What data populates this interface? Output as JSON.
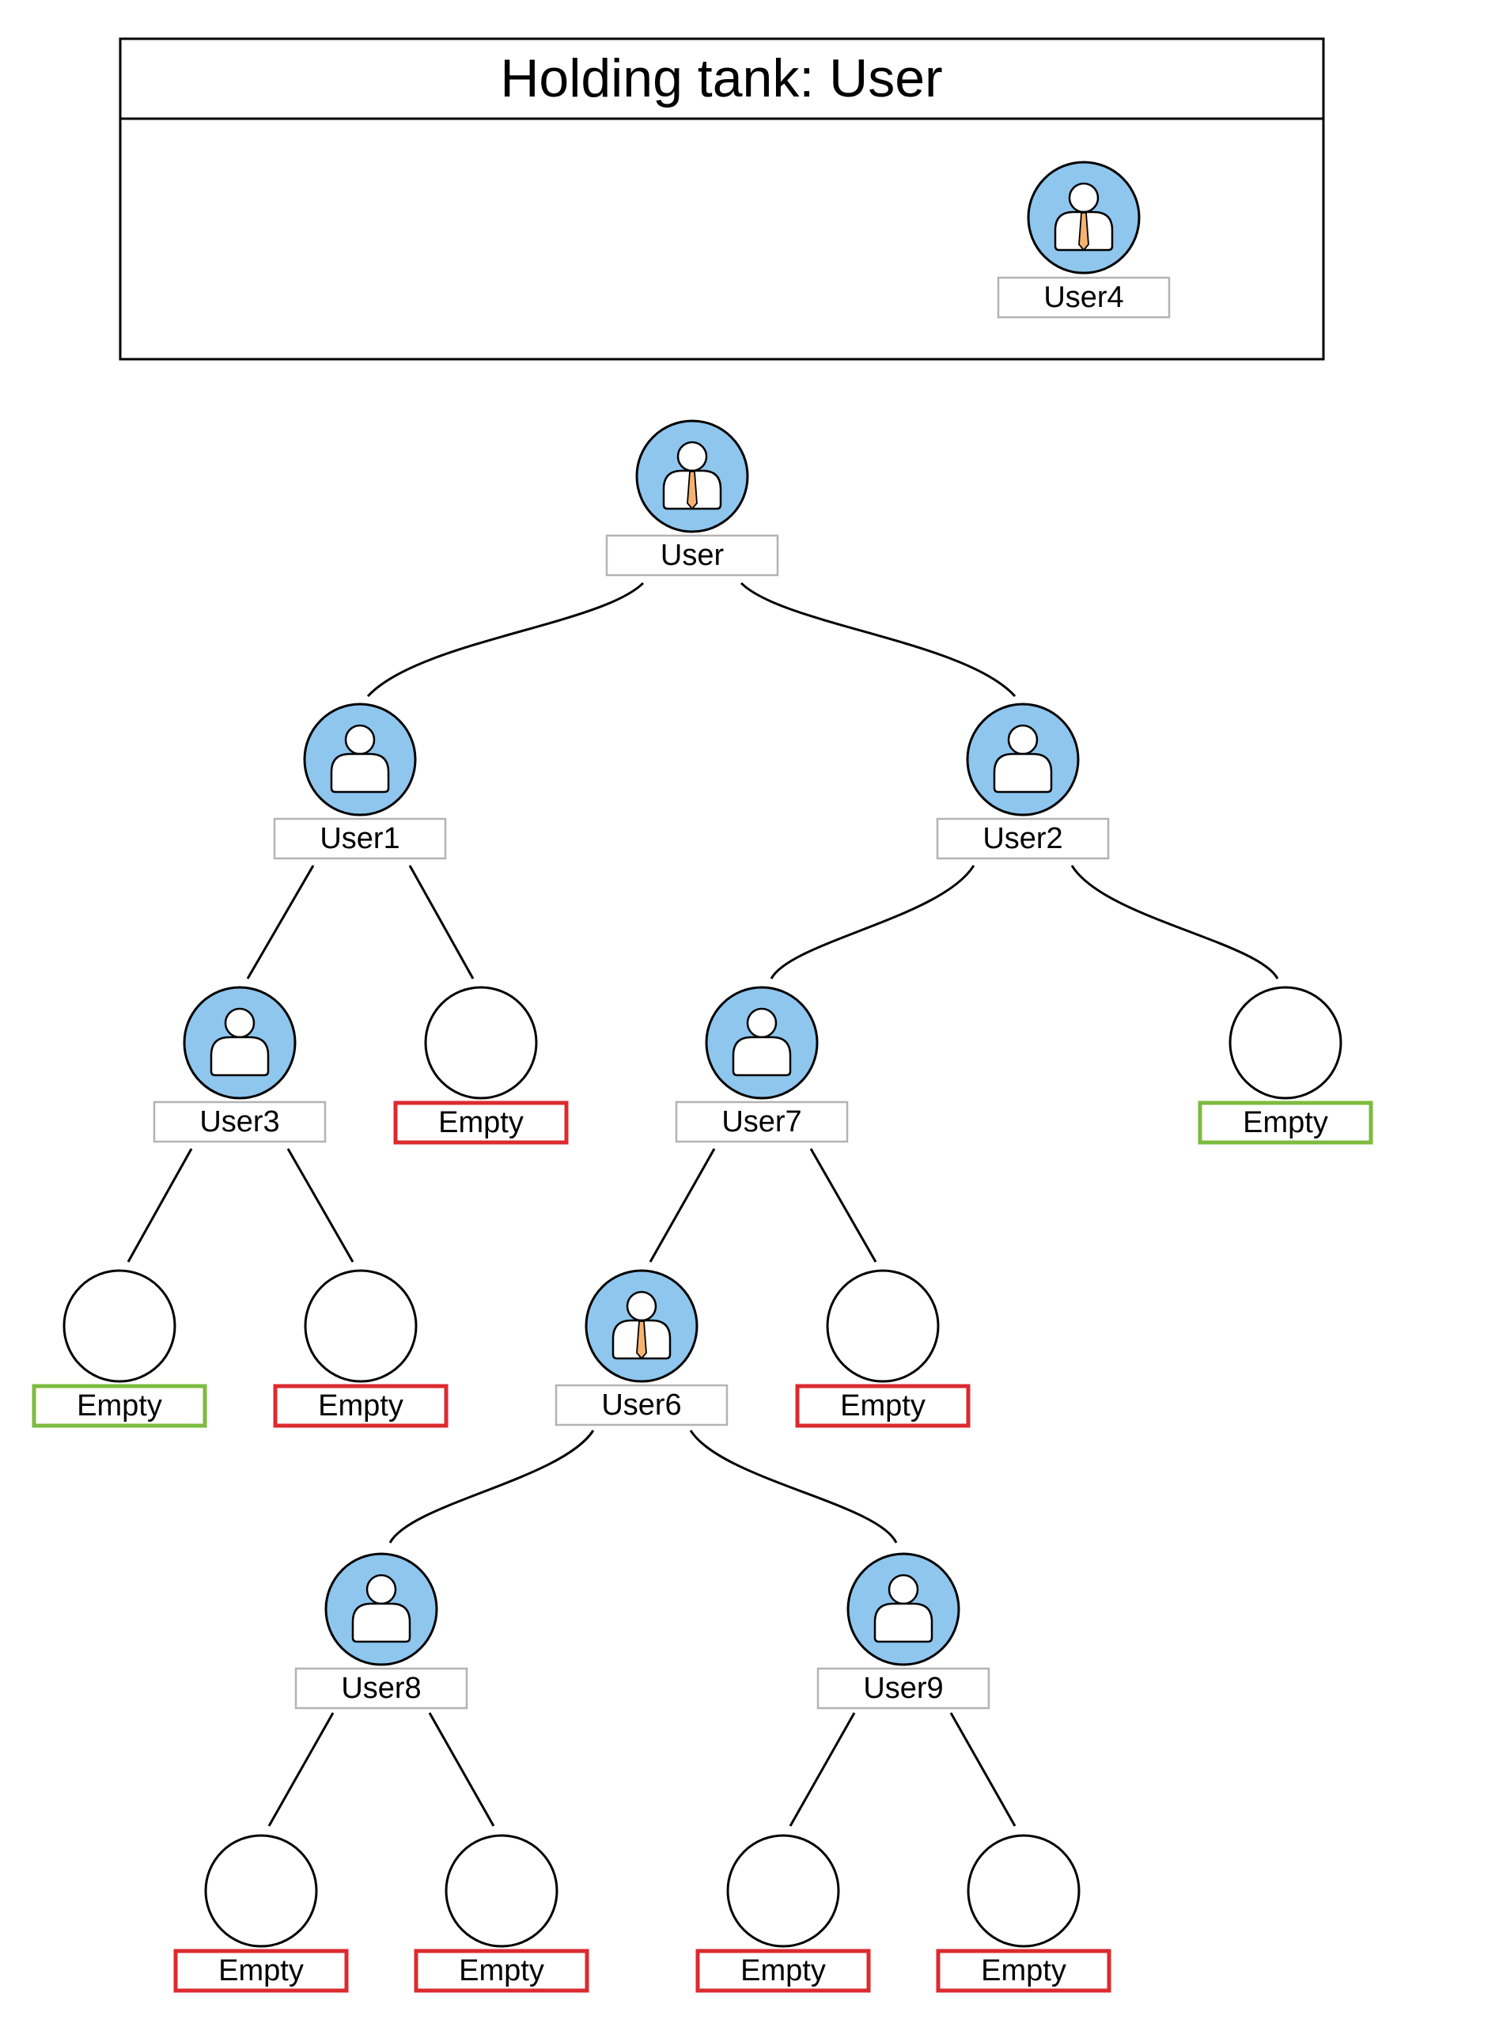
{
  "holding_tank": {
    "title": "Holding tank: User",
    "members": [
      {
        "label": "User4",
        "avatar": "manager-avatar-icon"
      }
    ]
  },
  "tree": {
    "nodes": [
      {
        "id": "user",
        "label": "User",
        "kind": "user",
        "avatar": "manager-avatar-icon"
      },
      {
        "id": "user1",
        "label": "User1",
        "kind": "user",
        "avatar": "person-avatar-icon",
        "parent": "user"
      },
      {
        "id": "user2",
        "label": "User2",
        "kind": "user",
        "avatar": "person-avatar-icon",
        "parent": "user"
      },
      {
        "id": "user3",
        "label": "User3",
        "kind": "user",
        "avatar": "person-avatar-icon",
        "parent": "user1"
      },
      {
        "id": "e1",
        "label": "Empty",
        "kind": "empty",
        "status": "red",
        "parent": "user1"
      },
      {
        "id": "user7",
        "label": "User7",
        "kind": "user",
        "avatar": "person-avatar-icon",
        "parent": "user2"
      },
      {
        "id": "e2",
        "label": "Empty",
        "kind": "empty",
        "status": "green",
        "parent": "user2"
      },
      {
        "id": "e3",
        "label": "Empty",
        "kind": "empty",
        "status": "green",
        "parent": "user3"
      },
      {
        "id": "e4",
        "label": "Empty",
        "kind": "empty",
        "status": "red",
        "parent": "user3"
      },
      {
        "id": "user6",
        "label": "User6",
        "kind": "user",
        "avatar": "manager-avatar-icon",
        "parent": "user7"
      },
      {
        "id": "e5",
        "label": "Empty",
        "kind": "empty",
        "status": "red",
        "parent": "user7"
      },
      {
        "id": "user8",
        "label": "User8",
        "kind": "user",
        "avatar": "person-avatar-icon",
        "parent": "user6"
      },
      {
        "id": "user9",
        "label": "User9",
        "kind": "user",
        "avatar": "person-avatar-icon",
        "parent": "user6"
      },
      {
        "id": "e6",
        "label": "Empty",
        "kind": "empty",
        "status": "red",
        "parent": "user8"
      },
      {
        "id": "e7",
        "label": "Empty",
        "kind": "empty",
        "status": "red",
        "parent": "user8"
      },
      {
        "id": "e8",
        "label": "Empty",
        "kind": "empty",
        "status": "red",
        "parent": "user9"
      },
      {
        "id": "e9",
        "label": "Empty",
        "kind": "empty",
        "status": "red",
        "parent": "user9"
      }
    ]
  },
  "colors": {
    "avatar_fill": "#8ec6ee",
    "tie": "#f4b470",
    "label_border": "#b3b3b3",
    "empty_red": "#dc2a2f",
    "empty_green": "#7dbb3f",
    "line": "#000000"
  }
}
